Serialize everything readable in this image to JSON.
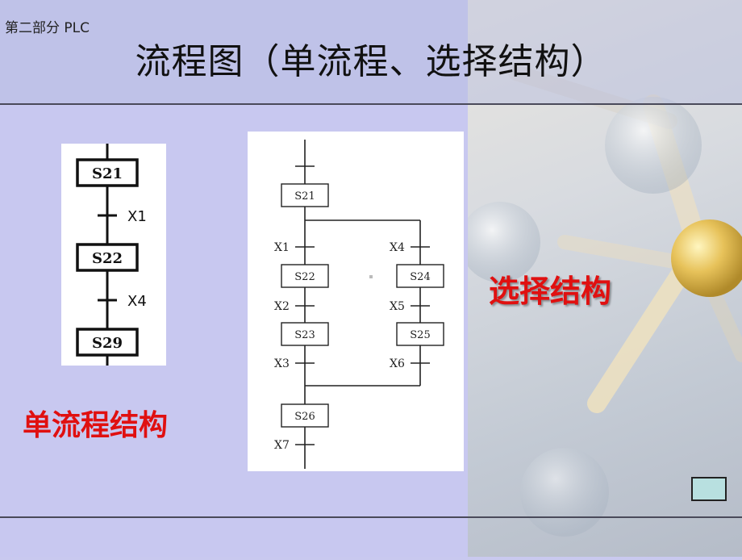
{
  "slide": {
    "section": "第二部分  PLC",
    "title": "流程图（单流程、选择结构）",
    "label_single": "单流程结构",
    "label_selective": "选择结构",
    "accent_red": "#e01010"
  },
  "single_flow": {
    "steps": [
      "S21",
      "S22",
      "S29"
    ],
    "transitions": [
      "X1",
      "X4"
    ]
  },
  "selective_flow": {
    "steps": {
      "top": "S21",
      "left": [
        "S22",
        "S23"
      ],
      "right": [
        "S24",
        "S25"
      ],
      "bottom": "S26"
    },
    "transitions": {
      "left": [
        "X1",
        "X2",
        "X3"
      ],
      "right": [
        "X4",
        "X5",
        "X6"
      ],
      "bottom": "X7"
    }
  }
}
